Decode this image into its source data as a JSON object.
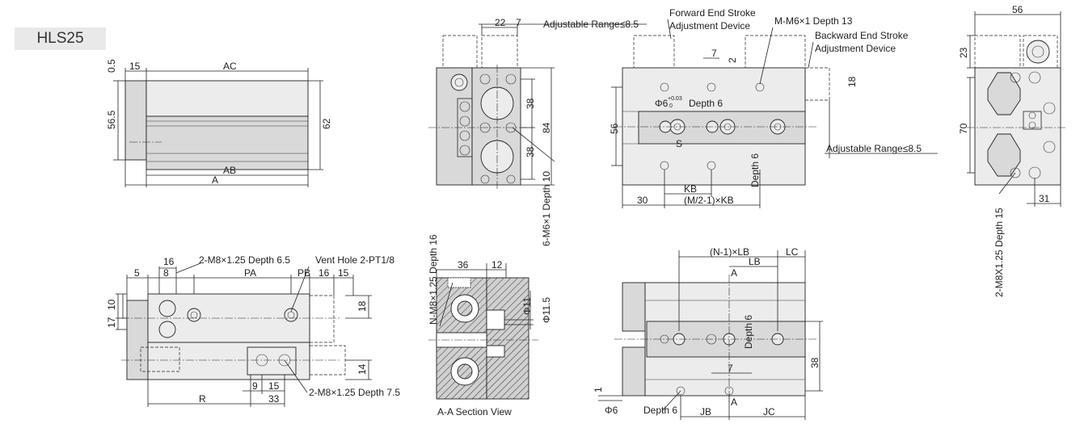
{
  "model": "HLS25",
  "side_view": {
    "d_05": "0.5",
    "d_15": "15",
    "d_AC": "AC",
    "d_565": "56.5",
    "d_62": "62",
    "d_AB": "AB",
    "d_A": "A"
  },
  "front_view": {
    "d_22": "22",
    "d_7": "7",
    "d_38a": "38",
    "d_38b": "38",
    "d_84": "84",
    "d_10": "10",
    "n_tap": "6-M6×1 Depth 10",
    "n_range": "Adjustable Range≤8.5"
  },
  "top_view": {
    "n_fwd1": "Forward End Stroke",
    "n_fwd2": "Adjustment Device",
    "n_mm6": "M-M6×1 Depth 13",
    "n_bwd1": "Backward End Stroke",
    "n_bwd2": "Adjustment Device",
    "d_7": "7",
    "d_2": "2",
    "d_18": "18",
    "n_phi_a": "Φ6",
    "n_tol": "+0.03",
    "n_tol0": "0",
    "n_depth": "Depth 6",
    "d_56": "56",
    "d_S": "S",
    "n_range2": "Adjustable Range≤8.5",
    "d_KB": "KB",
    "d_30": "30",
    "d_MKB": "(M/2-1)×KB"
  },
  "right_view": {
    "d_56": "56",
    "d_23": "23",
    "d_70": "70",
    "d_31": "31",
    "n_tap": "2-M8X1.25 Depth 15"
  },
  "bottom_view": {
    "d_5": "5",
    "d_16": "16",
    "d_8": "8",
    "n_m8": "2-M8×1.25 Depth 6.5",
    "n_vent": "Vent Hole 2-PT1/8",
    "d_PA": "PA",
    "d_PB": "PB",
    "d_16b": "16",
    "d_15": "15",
    "d_17": "17",
    "d_10": "10",
    "d_18": "18",
    "d_14": "14",
    "d_9": "9",
    "d_15b": "15",
    "d_33": "33",
    "d_R": "R",
    "n_m8b": "2-M8×1.25 Depth 7.5"
  },
  "section_view": {
    "n_tap": "N-M8×1.25 Depth 16",
    "d_36": "36",
    "d_12": "12",
    "d_phi11": "Φ11",
    "d_phi115": "Φ11.5",
    "caption": "A-A Section View"
  },
  "under_view": {
    "d_NLB": "(N-1)×LB",
    "d_LC": "LC",
    "d_LB": "LB",
    "d_A1": "A",
    "d_A2": "A",
    "d_38": "38",
    "d_7": "7",
    "d_1": "1",
    "d_JB": "JB",
    "d_JC": "JC",
    "n_phi": "Φ6",
    "n_depth": "Depth 6"
  }
}
